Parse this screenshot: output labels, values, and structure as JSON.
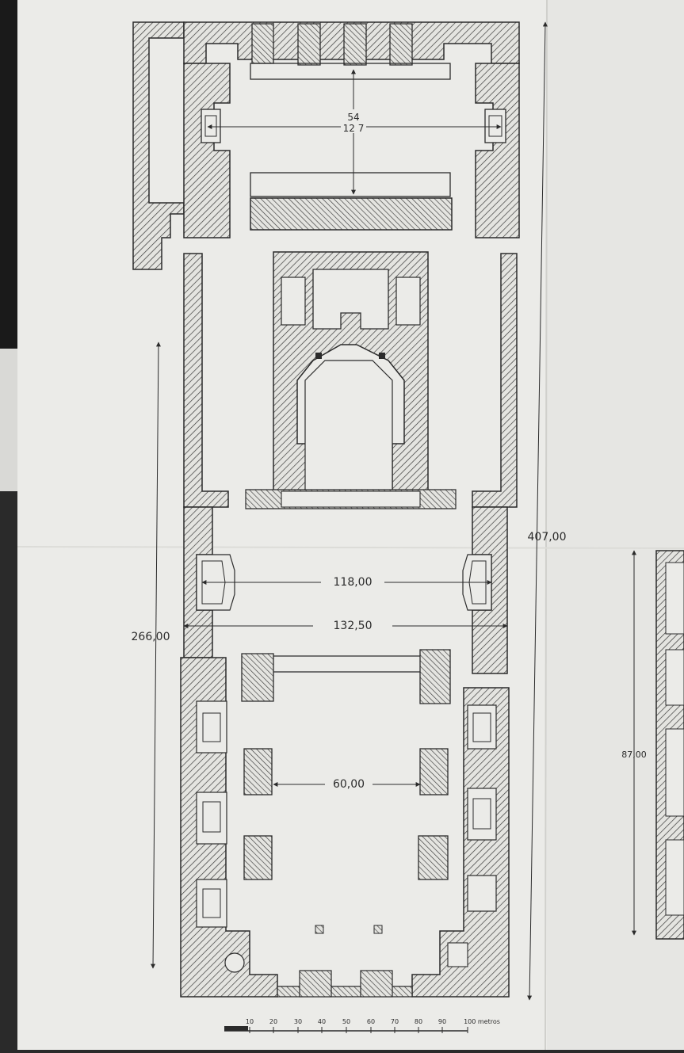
{
  "plan": {
    "dimensions": {
      "top_small": "54",
      "top_large": "12 7",
      "crossing_inner": "118,00",
      "crossing_outer": "132,50",
      "nave_width": "60,00",
      "left_length": "266,00",
      "total_length": "407,00",
      "right_partial": "87,00"
    },
    "scale_bar": {
      "ticks": [
        "10",
        "20",
        "30",
        "40",
        "50",
        "60",
        "70",
        "80",
        "90",
        "100 metros"
      ]
    }
  },
  "colors": {
    "paper": "#ebebe8",
    "paper_shadow": "#d8d8d4",
    "background": "#2a2a2a",
    "ink": "#2b2b2b"
  }
}
